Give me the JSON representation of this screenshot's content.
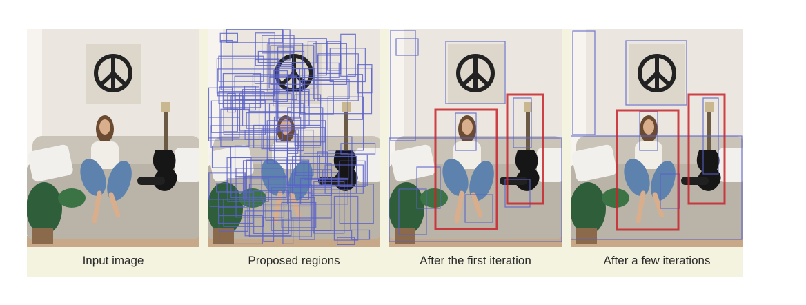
{
  "panels": [
    {
      "caption": "Input image",
      "overlay": "none"
    },
    {
      "caption": "Proposed regions",
      "overlay": "many-proposals"
    },
    {
      "caption": "After the first iteration",
      "overlay": "merged-regions"
    },
    {
      "caption": "After a few iterations",
      "overlay": "final-regions"
    }
  ],
  "colors": {
    "figure_background": "#f4f3df",
    "proposal_box": "#5a62c8",
    "detection_box": "#c8232c",
    "wall": "#ebe6df",
    "sofa": "#b9b3a8",
    "floor": "#c7a98a"
  }
}
